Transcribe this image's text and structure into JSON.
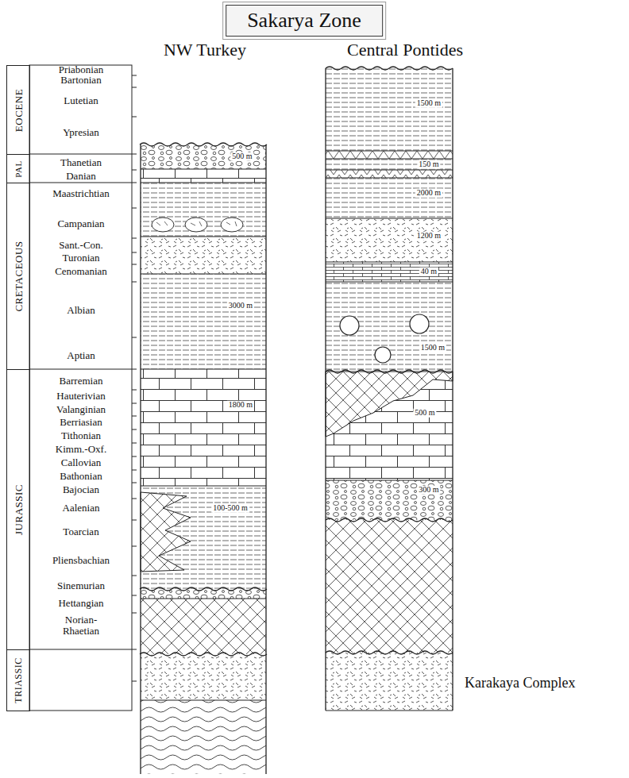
{
  "diagram": {
    "title": "Sakarya Zone",
    "nodes": [
      {
        "text": [
          "EOCENE"
        ]
      },
      {
        "text": [
          "PAL"
        ]
      },
      {
        "text": [
          "CRETACEOUS"
        ]
      },
      {
        "text": [
          "JURASSIC"
        ]
      },
      {
        "text": [
          "TRIASSIC"
        ]
      }
    ],
    "labels": [
      "NW Turkey",
      "Central Pontides",
      "Priabonian",
      "Bartonian",
      "Lutetian",
      "Ypresian",
      "Thanetian",
      "Danian",
      "Maastrichtian",
      "Campanian",
      "Sant.-Con.",
      "Turonian",
      "Cenomanian",
      "Albian",
      "Aptian",
      "Barremian",
      "Hauterivian",
      "Valanginian",
      "Berriasian",
      "Tithonian",
      "Kimm.-Oxf.",
      "Callovian",
      "Bathonian",
      "Bajocian",
      "Aalenian",
      "Toarcian",
      "Pliensbachian",
      "Sinemurian",
      "Hettangian",
      "Norian-Rhaetian",
      "500 m",
      "3000 m",
      "1800 m",
      "100-500 m",
      "1500 m",
      "150 m",
      "2000 m",
      "1200 m",
      "40 m",
      "1500 m",
      "500 m",
      "300 m",
      "Karakaya Complex"
    ]
  }
}
